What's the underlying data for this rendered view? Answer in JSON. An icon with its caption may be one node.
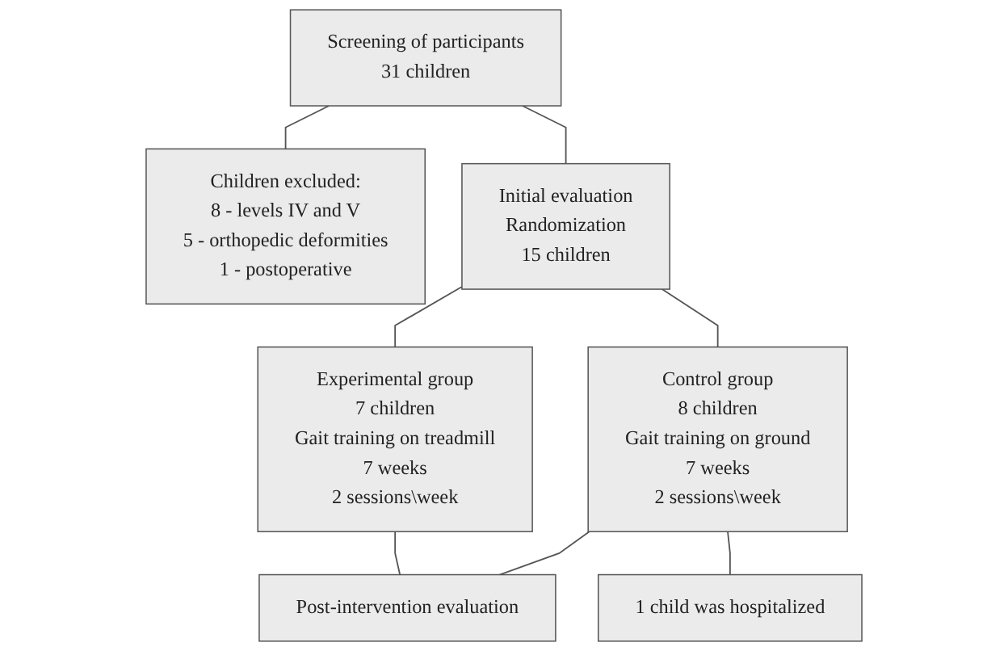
{
  "diagram": {
    "nodes": [
      {
        "text": [
          "Screening of participants",
          "31 children"
        ]
      },
      {
        "text": [
          "Children excluded:",
          "8 - levels IV and V",
          "5 - orthopedic deformities",
          "1 - postoperative"
        ]
      },
      {
        "text": [
          "Initial evaluation",
          "Randomization",
          "15 children"
        ]
      },
      {
        "text": [
          "Experimental group",
          "7 children",
          "Gait training on treadmill",
          "7 weeks",
          "2 sessions\\week"
        ]
      },
      {
        "text": [
          "Control group",
          "8 children",
          "Gait training on ground",
          "7 weeks",
          "2 sessions\\week"
        ]
      },
      {
        "text": [
          "1 child was hospitalized"
        ]
      },
      {
        "text": [
          "Post-intervention evaluation"
        ]
      }
    ],
    "edges": [
      {
        "from": 0,
        "to": 2,
        "arrow": "none"
      },
      {
        "from": 0,
        "to": 1,
        "arrow": "none"
      },
      {
        "from": 2,
        "to": 3,
        "arrow": "none"
      },
      {
        "from": 2,
        "to": 4,
        "arrow": "none"
      },
      {
        "from": 3,
        "to": 6,
        "arrow": "none"
      },
      {
        "from": 4,
        "to": 6,
        "arrow": "none"
      },
      {
        "from": 4,
        "to": 5,
        "arrow": "none"
      }
    ]
  }
}
